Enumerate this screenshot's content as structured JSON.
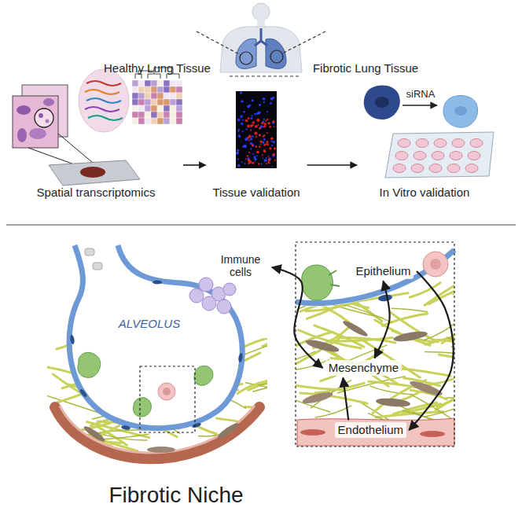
{
  "diagram": {
    "nodes": [
      {
        "text": [
          "Spatial transcriptomics"
        ]
      },
      {
        "text": [
          "Tissue validation"
        ]
      },
      {
        "text": [
          "In Vitro validation"
        ]
      },
      {
        "text": [
          "Immune cells"
        ]
      },
      {
        "text": [
          "Epithelium"
        ]
      },
      {
        "text": [
          "Mesenchyme"
        ]
      },
      {
        "text": [
          "Endothelium"
        ]
      }
    ],
    "edges": [
      {
        "from": 0,
        "to": 1,
        "arrow": "to"
      },
      {
        "from": 1,
        "to": 2,
        "arrow": "to"
      },
      {
        "from": 3,
        "to": 5,
        "arrow": "both"
      },
      {
        "from": 4,
        "to": 5,
        "arrow": "both"
      },
      {
        "from": 4,
        "to": 6,
        "arrow": "to"
      },
      {
        "from": 6,
        "to": 5,
        "arrow": "to"
      }
    ],
    "labels": [
      "Healthy Lung Tissue",
      "Fibrotic Lung Tissue",
      "siRNA",
      "ALVEOLUS",
      "Fibrotic Niche"
    ]
  }
}
